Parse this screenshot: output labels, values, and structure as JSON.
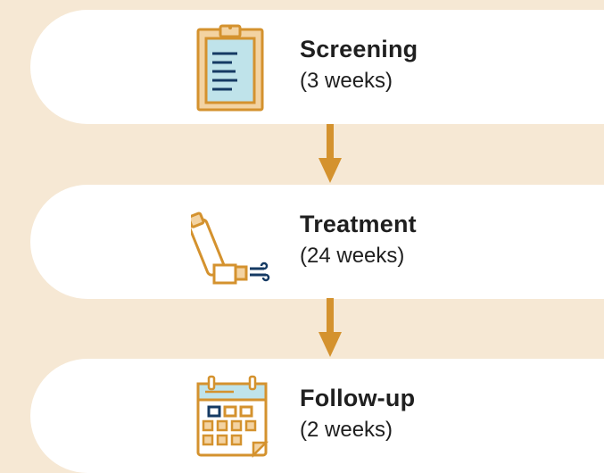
{
  "flow": {
    "stages": [
      {
        "title": "Screening",
        "duration": "(3 weeks)",
        "icon": "clipboard-icon"
      },
      {
        "title": "Treatment",
        "duration": "(24 weeks)",
        "icon": "inhaler-icon"
      },
      {
        "title": "Follow-up",
        "duration": "(2 weeks)",
        "icon": "calendar-icon"
      }
    ]
  },
  "colors": {
    "background": "#f6e8d4",
    "card": "#ffffff",
    "accent": "#d4922e",
    "icon_fill": "#bfe3ea",
    "icon_line": "#153a63"
  }
}
